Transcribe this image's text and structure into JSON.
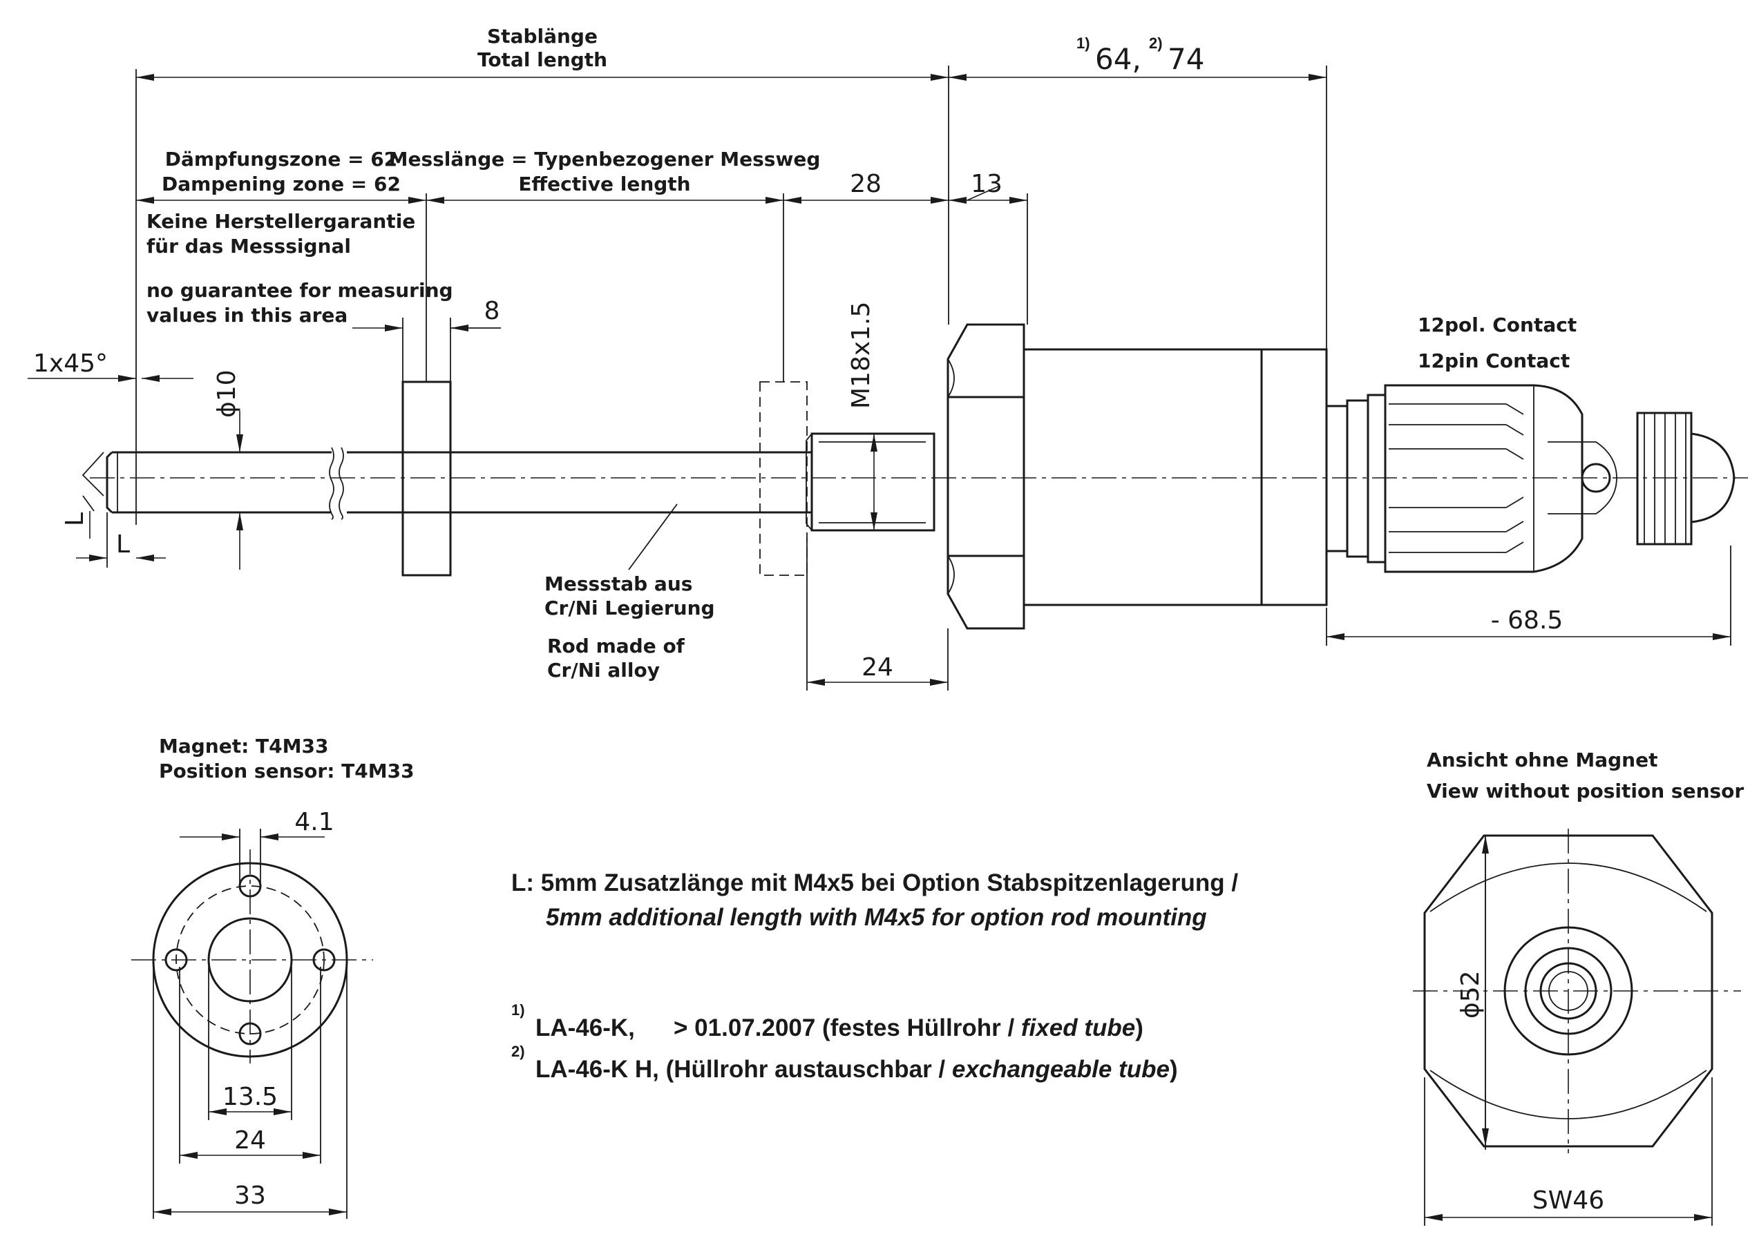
{
  "top_view": {
    "total_length_de": "Stablänge",
    "total_length_en": "Total length",
    "dim_64_74_sup1": "1)",
    "dim_64_74_a": "64,",
    "dim_64_74_sup2": "2)",
    "dim_64_74_b": "74",
    "damping_de": "Dämpfungszone = 62",
    "damping_en": "Dampening zone = 62",
    "measuring_de": "Messlänge = Typenbezogener Messweg",
    "measuring_en": "Effective length",
    "dim_28": "28",
    "dim_13": "13",
    "no_guarantee_de_1": "Keine Herstellergarantie",
    "no_guarantee_de_2": "für das Messsignal",
    "no_guarantee_en_1": "no guarantee for measuring",
    "no_guarantee_en_2": "values in this area",
    "dim_8": "8",
    "chamfer": "1x45°",
    "dia_10": "ϕ10",
    "thread": "M18x1.5",
    "dim_L_vert": "L",
    "dim_L_horiz": "L",
    "rod_de_1": "Messstab aus",
    "rod_de_2": "Cr/Ni Legierung",
    "rod_en_1": "Rod made of",
    "rod_en_2": "Cr/Ni alloy",
    "dim_24": "24",
    "contact_de": "12pol. Contact",
    "contact_en": "12pin Contact",
    "dim_68_5": "- 68.5"
  },
  "magnet_view": {
    "title_1": "Magnet: T4M33",
    "title_2": "Position sensor: T4M33",
    "dim_4_1": "4.1",
    "dim_13_5": "13.5",
    "dim_24": "24",
    "dim_33": "33"
  },
  "notes": {
    "note_L_line1": "L: 5mm Zusatzlänge mit M4x5 bei Option Stabspitzenlagerung /",
    "note_L_line2": "5mm additional length with M4x5 for option rod mounting",
    "fn1_mark": "1)",
    "fn1_model": "LA-46-K,",
    "fn1_date": "> 01.07.2007 (festes Hüllrohr /",
    "fn1_en": "fixed tube",
    "fn1_close": ")",
    "fn2_mark": "2)",
    "fn2_model": "LA-46-K H, (Hüllrohr austauschbar /",
    "fn2_en": "exchangeable  tube",
    "fn2_close": ")"
  },
  "end_view": {
    "title_1": "Ansicht ohne Magnet",
    "title_2": "View without position sensor",
    "dia_52": "ϕ52",
    "sw46": "SW46"
  },
  "colors": {
    "ink": "#1a1a1a",
    "background": "#ffffff"
  }
}
